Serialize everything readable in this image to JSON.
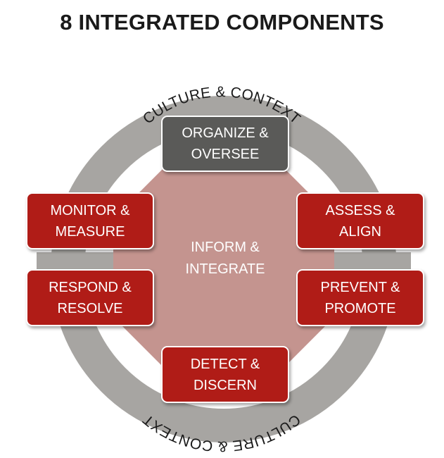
{
  "title": "8 INTEGRATED COMPONENTS",
  "ring_label_top": "CULTURE & CONTEXT",
  "ring_label_bottom": "CULTURE & CONTEXT",
  "center": {
    "line1": "INFORM &",
    "line2": "INTEGRATE"
  },
  "components": {
    "organize": {
      "line1": "ORGANIZE &",
      "line2": "OVERSEE"
    },
    "assess": {
      "line1": "ASSESS &",
      "line2": "ALIGN"
    },
    "prevent": {
      "line1": "PREVENT &",
      "line2": "PROMOTE"
    },
    "detect": {
      "line1": "DETECT &",
      "line2": "DISCERN"
    },
    "respond": {
      "line1": "RESPOND &",
      "line2": "RESOLVE"
    },
    "monitor": {
      "line1": "MONITOR &",
      "line2": "MEASURE"
    }
  },
  "colors": {
    "ring": "#a7a5a2",
    "center_octagon": "#c4948f",
    "component_red": "#b01c17",
    "component_dark": "#5a5a58",
    "title": "#1a1a1a"
  }
}
